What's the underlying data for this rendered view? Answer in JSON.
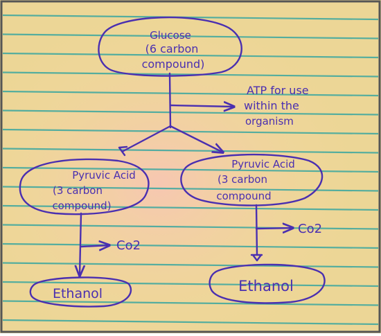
{
  "colors": {
    "ink": "#4a2fb0",
    "paper": "#f2dc98",
    "paper_highlight": "#f6c9b0",
    "rule_line": "#3aa7a0",
    "border": "#5a5a5a"
  },
  "diagram": {
    "glucose": {
      "line1": "Glucose",
      "line2": "(6 carbon",
      "line3": "compound)"
    },
    "atp_note": {
      "line1": "ATP for use",
      "line2": "within the",
      "line3": "organism"
    },
    "pyruvic_left": {
      "line1": "Pyruvic Acid",
      "line2": "(3 carbon",
      "line3": "compound)"
    },
    "pyruvic_right": {
      "line1": "Pyruvic Acid",
      "line2": "(3 carbon",
      "line3": "compound"
    },
    "co2_left": "Co2",
    "co2_right": "Co2",
    "ethanol_left": "Ethanol",
    "ethanol_right": "Ethanol"
  }
}
